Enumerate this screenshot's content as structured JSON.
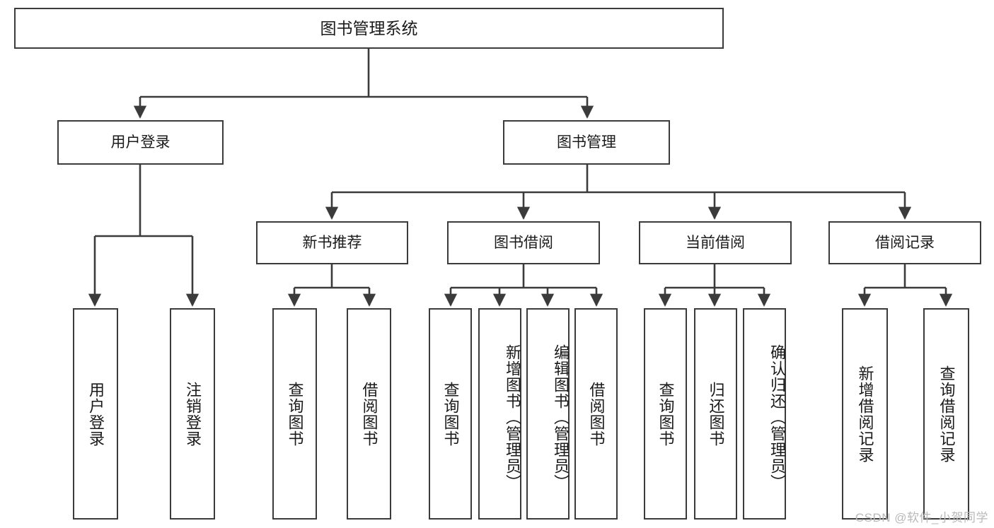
{
  "diagram": {
    "title": "图书管理系统",
    "type": "tree",
    "watermark": "CSDN @软件_小贺同学",
    "colors": {
      "stroke": "#3b3b3b",
      "fill": "#ffffff",
      "text": "#1a1a1a",
      "watermark": "#b9b9b9"
    },
    "root": {
      "label": "图书管理系统"
    },
    "level2": [
      {
        "label": "用户登录"
      },
      {
        "label": "图书管理"
      }
    ],
    "level3": [
      {
        "label": "新书推荐"
      },
      {
        "label": "图书借阅"
      },
      {
        "label": "当前借阅"
      },
      {
        "label": "借阅记录"
      }
    ],
    "leaves": {
      "user_login": [
        {
          "label": "用户登录"
        },
        {
          "label": "注销登录"
        }
      ],
      "new_book": [
        {
          "label": "查询图书"
        },
        {
          "label": "借阅图书"
        }
      ],
      "borrow_book": [
        {
          "label": "查询图书"
        },
        {
          "label": "新增图书（管理员）"
        },
        {
          "label": "编辑图书（管理员）"
        },
        {
          "label": "借阅图书"
        }
      ],
      "current_borrow": [
        {
          "label": "查询图书"
        },
        {
          "label": "归还图书"
        },
        {
          "label": "确认归还（管理员）"
        }
      ],
      "borrow_record": [
        {
          "label": "新增借阅记录"
        },
        {
          "label": "查询借阅记录"
        }
      ]
    }
  }
}
